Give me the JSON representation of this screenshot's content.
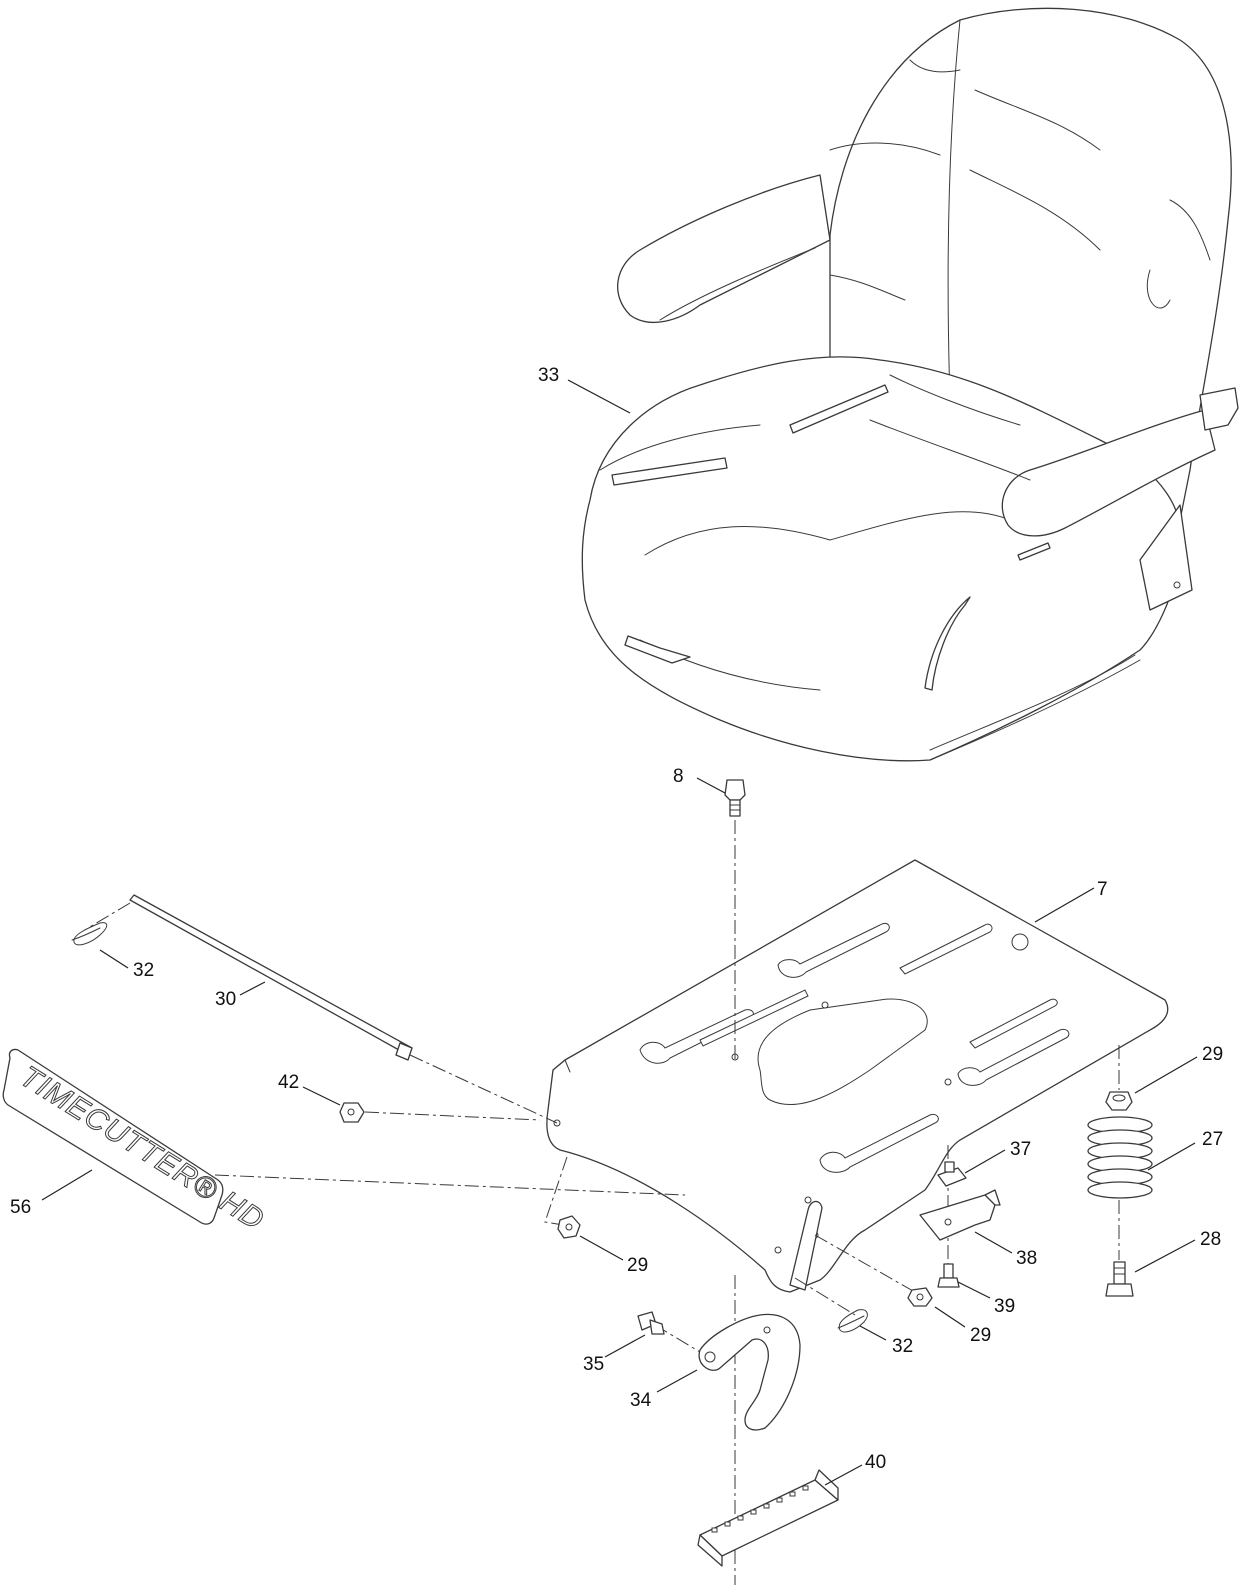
{
  "decal": {
    "text": "TIMECUTTER® HD"
  },
  "callouts": [
    {
      "id": "33",
      "label": "33"
    },
    {
      "id": "8",
      "label": "8"
    },
    {
      "id": "7",
      "label": "7"
    },
    {
      "id": "32a",
      "label": "32"
    },
    {
      "id": "30",
      "label": "30"
    },
    {
      "id": "42",
      "label": "42"
    },
    {
      "id": "56",
      "label": "56"
    },
    {
      "id": "29a",
      "label": "29"
    },
    {
      "id": "29b",
      "label": "29"
    },
    {
      "id": "29c",
      "label": "29"
    },
    {
      "id": "27",
      "label": "27"
    },
    {
      "id": "37",
      "label": "37"
    },
    {
      "id": "38",
      "label": "38"
    },
    {
      "id": "28",
      "label": "28"
    },
    {
      "id": "39",
      "label": "39"
    },
    {
      "id": "32b",
      "label": "32"
    },
    {
      "id": "35",
      "label": "35"
    },
    {
      "id": "34",
      "label": "34"
    },
    {
      "id": "40",
      "label": "40"
    }
  ]
}
